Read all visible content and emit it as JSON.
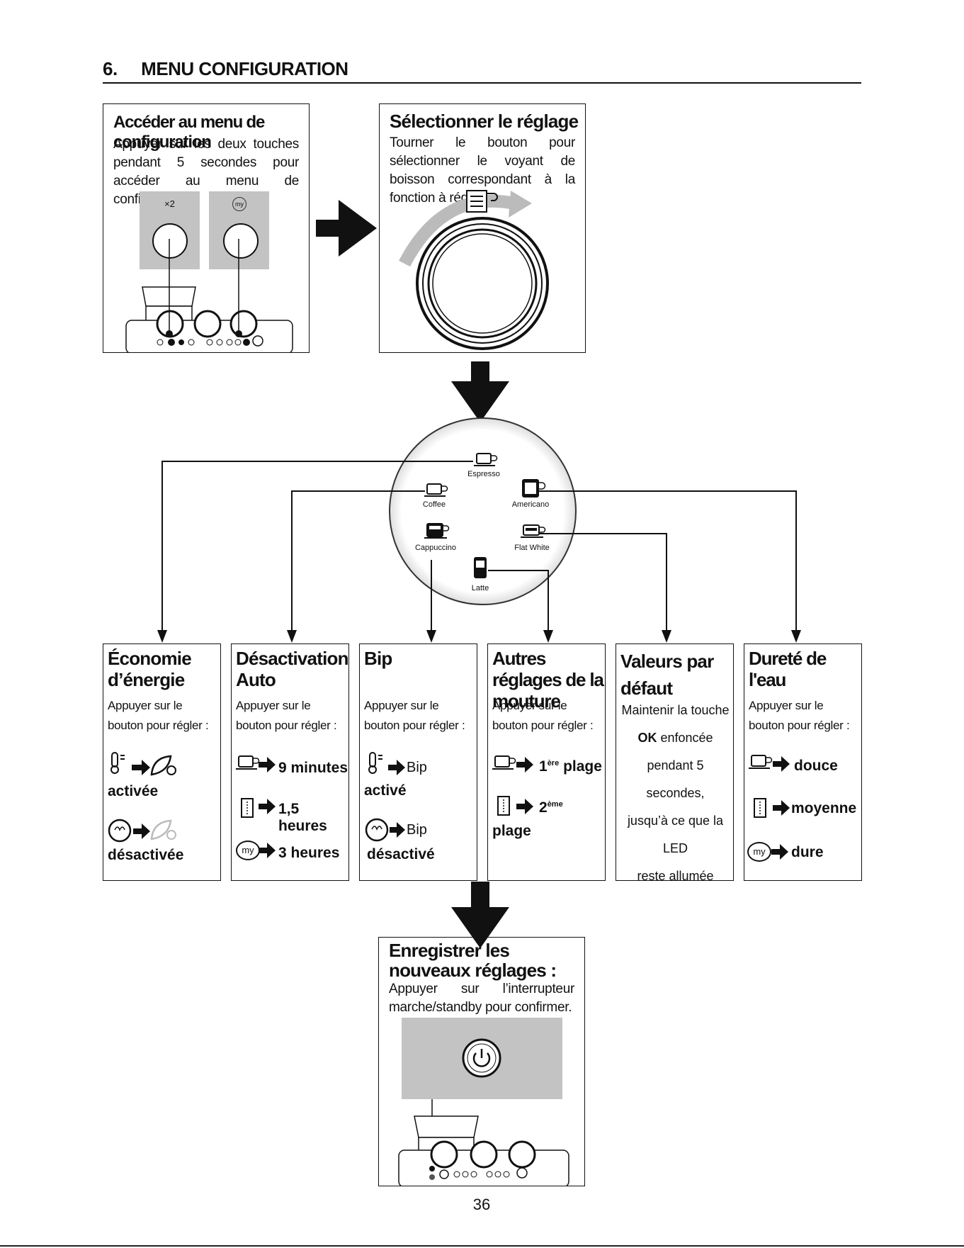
{
  "heading": {
    "number": "6.",
    "title": "MENU CONFIGURATION"
  },
  "step1": {
    "title": "Accéder au menu de configuration",
    "text": "Appuyer sur les deux touches pendant 5 secondes pour accéder au menu de configuration",
    "key_left_label": "×2",
    "key_right_label": "my"
  },
  "step2": {
    "title": "Sélectionner le réglage",
    "text": "Tourner le bouton pour sélectionner le voyant de boisson correspondant à la fonction à régler"
  },
  "dial": {
    "espresso": "Espresso",
    "coffee": "Coffee",
    "americano": "Americano",
    "cappuccino": "Cappuccino",
    "flat_white": "Flat White",
    "latte": "Latte"
  },
  "columns": {
    "economie": {
      "title": "Économie d’énergie",
      "text": "Appuyer sur le bouton pour régler :",
      "on": "activée",
      "off": "désactivée"
    },
    "desactivation": {
      "title": "Désactivation Auto",
      "text": "Appuyer sur le bouton pour régler :",
      "opt1": "9 minutes",
      "opt2": "1,5 heures",
      "opt3": "3 heures",
      "my": "my"
    },
    "bip": {
      "title": "Bip",
      "text": "Appuyer sur le bouton pour régler :",
      "bip_on_label": "Bip",
      "on": "activé",
      "bip_off_label": "Bip",
      "off": "désactivé"
    },
    "autres": {
      "title": "Autres réglages de la mouture",
      "text": "Appuyer sur le bouton pour régler :",
      "opt1_num": "1",
      "opt1_sup": "ère",
      "opt1_word": "plage",
      "opt2_num": "2",
      "opt2_sup": "ème",
      "opt2_word": "plage"
    },
    "valeurs": {
      "title": "Valeurs par défaut",
      "line1": "Maintenir la touche",
      "ok": "OK",
      "line2": "enfoncée",
      "line3": "pendant 5 secondes,",
      "line4": "jusqu’à ce que la LED",
      "line5": "reste allumée"
    },
    "durete": {
      "title": "Dureté de l'eau",
      "text": "Appuyer sur le bouton pour régler :",
      "opt1": "douce",
      "opt2": "moyenne",
      "opt3": "dure",
      "my": "my"
    }
  },
  "step3": {
    "title": "Enregistrer les nouveaux réglages :",
    "text": "Appuyer sur l’interrupteur marche/standby pour confirmer."
  },
  "page_number": "36"
}
